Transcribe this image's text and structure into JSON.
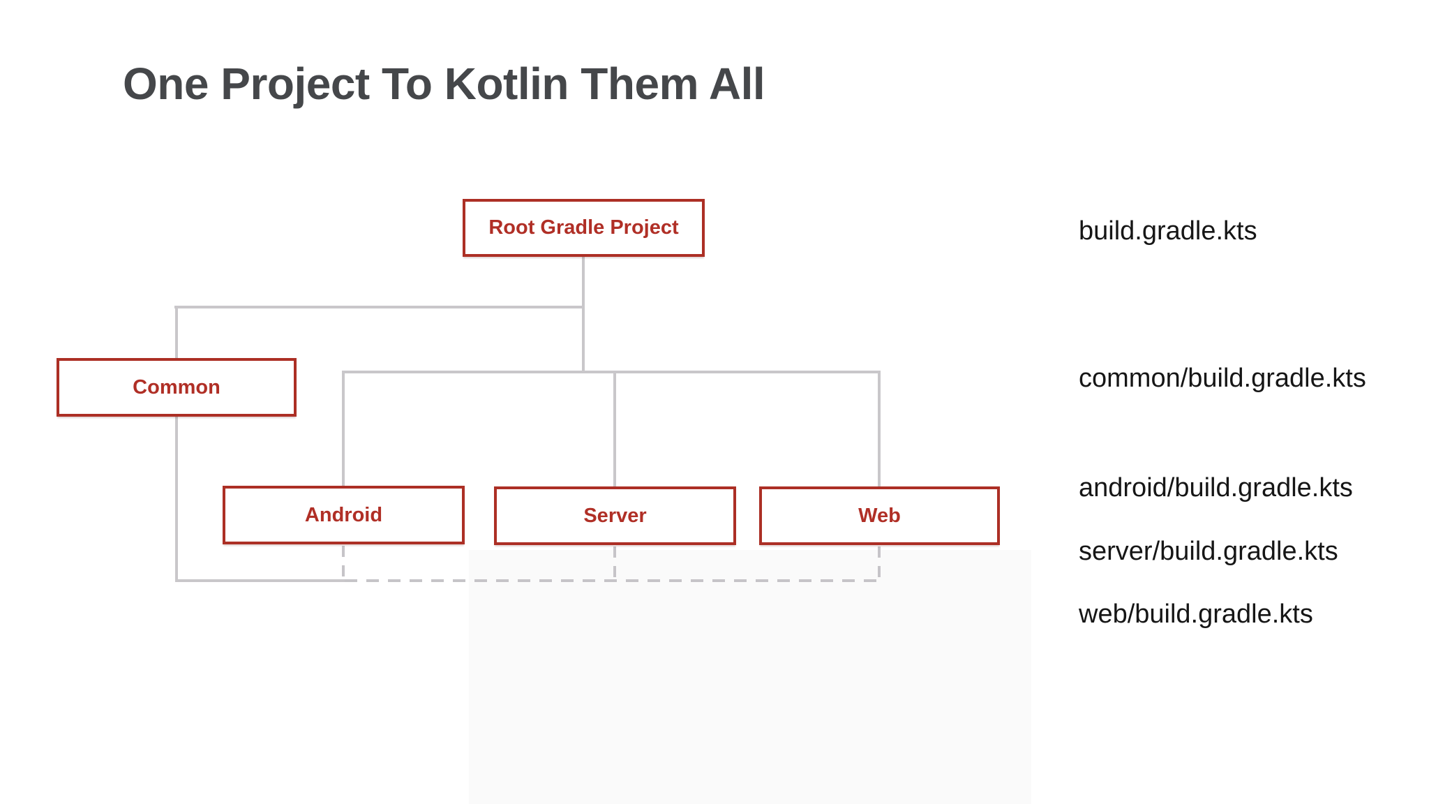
{
  "slide": {
    "title": "One Project To Kotlin Them All"
  },
  "diagram": {
    "nodes": [
      {
        "id": "root",
        "label": "Root Gradle Project"
      },
      {
        "id": "common",
        "label": "Common"
      },
      {
        "id": "android",
        "label": "Android"
      },
      {
        "id": "server",
        "label": "Server"
      },
      {
        "id": "web",
        "label": "Web"
      }
    ],
    "edges": [
      {
        "from": "root",
        "to": "common",
        "style": "solid"
      },
      {
        "from": "root",
        "to": "android",
        "style": "solid"
      },
      {
        "from": "root",
        "to": "server",
        "style": "solid"
      },
      {
        "from": "root",
        "to": "web",
        "style": "solid"
      },
      {
        "from": "common",
        "to": "android",
        "style": "dashed"
      },
      {
        "from": "common",
        "to": "server",
        "style": "dashed"
      },
      {
        "from": "common",
        "to": "web",
        "style": "dashed"
      }
    ]
  },
  "file_labels": [
    {
      "text": "build.gradle.kts"
    },
    {
      "text": "common/build.gradle.kts"
    },
    {
      "text": "android/build.gradle.kts"
    },
    {
      "text": "server/build.gradle.kts"
    },
    {
      "text": "web/build.gradle.kts"
    }
  ],
  "colors": {
    "background": "#FFFFFF",
    "title_text": "#45474A",
    "node_border": "#AC2F25",
    "node_text": "#B02F26",
    "connector_solid": "#C9C7CA",
    "connector_dashed": "#C6C4C8",
    "file_label_text": "#161616"
  }
}
